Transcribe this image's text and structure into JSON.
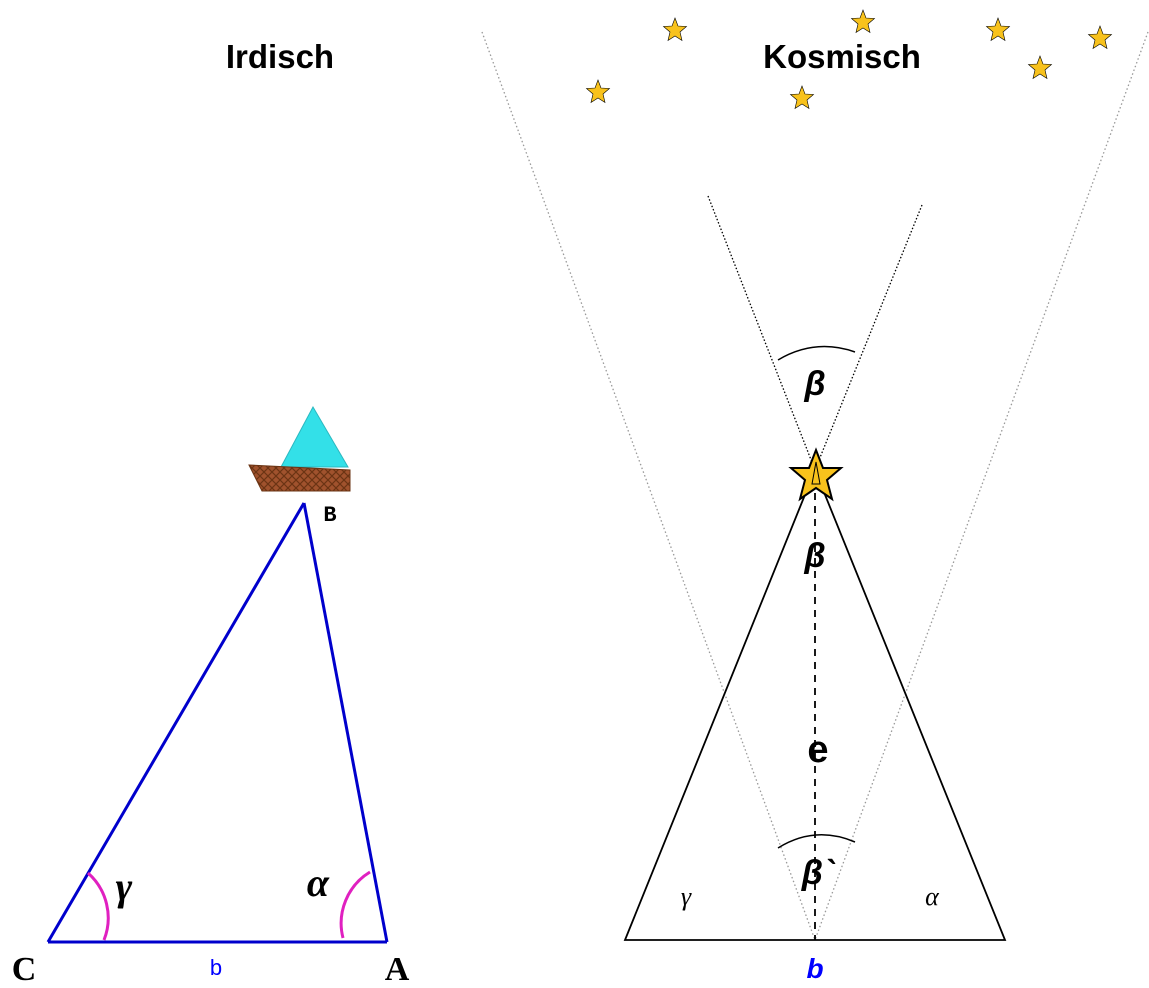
{
  "left": {
    "title": "Irdisch",
    "vertex_c": "C",
    "vertex_a": "A",
    "vertex_b": "B",
    "base_label": "b",
    "angle_gamma": "γ",
    "angle_alpha": "α"
  },
  "right": {
    "title": "Kosmisch",
    "beta_top": "β",
    "beta_middle": "β",
    "beta_prime": "β`",
    "distance_label": "e",
    "gamma": "γ",
    "alpha": "α",
    "base_label": "b"
  },
  "colors": {
    "triangle_blue": "#0000cc",
    "angle_arc_magenta": "#e020c0",
    "sail_cyan": "#33e0e8",
    "hull_brown": "#a0522d",
    "star_gold": "#f8c21c",
    "dotted_gray": "#999999"
  }
}
